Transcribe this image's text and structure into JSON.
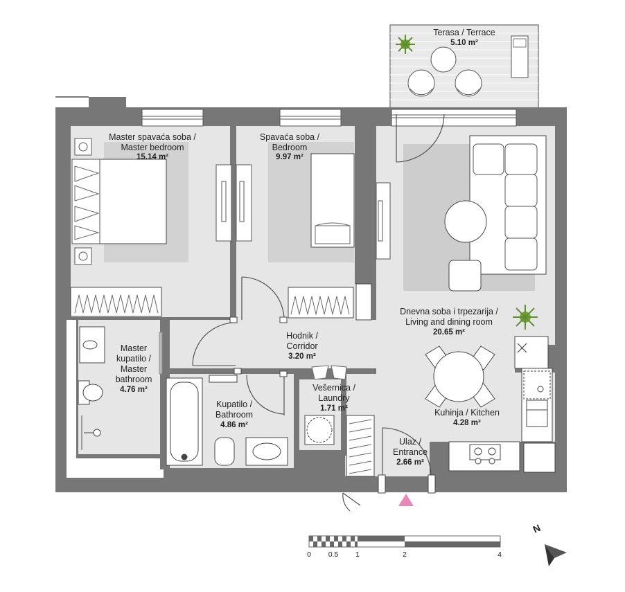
{
  "rooms": {
    "terrace": {
      "name": "Terasa / Terrace",
      "area": "5.10 m²"
    },
    "master_bedroom": {
      "name_line1": "Master spavaća soba /",
      "name_line2": "Master bedroom",
      "area": "15.14 m²"
    },
    "bedroom": {
      "name_line1": "Spavaća soba /",
      "name_line2": "Bedroom",
      "area": "9.97 m²"
    },
    "living": {
      "name_line1": "Dnevna soba i trpezarija /",
      "name_line2": "Living and dining room",
      "area": "20.65 m²"
    },
    "corridor": {
      "name_line1": "Hodnik /",
      "name_line2": "Corridor",
      "area": "3.20 m²"
    },
    "master_bathroom": {
      "name_line1": "Master",
      "name_line2": "kupatilo /",
      "name_line3": "Master",
      "name_line4": "bathroom",
      "area": "4.76 m²"
    },
    "bathroom": {
      "name_line1": "Kupatilo /",
      "name_line2": "Bathroom",
      "area": "4.86 m²"
    },
    "laundry": {
      "name_line1": "Vešernica /",
      "name_line2": "Laundry",
      "area": "1.71 m²"
    },
    "kitchen": {
      "name": "Kuhinja / Kitchen",
      "area": "4.28 m²"
    },
    "entrance": {
      "name_line1": "Ulaz /",
      "name_line2": "Entrance",
      "area": "2.66 m²"
    }
  },
  "scale_bar": {
    "labels": [
      "0",
      "0.5",
      "1",
      "2",
      "4"
    ]
  },
  "north_arrow": {
    "label": "N"
  },
  "colors": {
    "wall": "#777777",
    "floor": "#e6e6e6",
    "rug": "#cdcdcd",
    "entrance_marker": "#e58ab8"
  }
}
